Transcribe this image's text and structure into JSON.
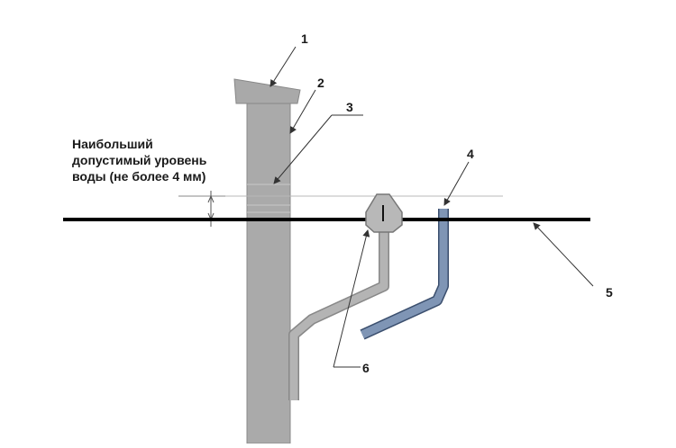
{
  "callouts": {
    "c1": "1",
    "c2": "2",
    "c3": "3",
    "c4": "4",
    "c5": "5",
    "c6": "6"
  },
  "note": {
    "line1": "Наибольший",
    "line2": "допустимый уровень",
    "line3": "воды (не более 4 мм)"
  },
  "colors": {
    "grey_part": "#aaaaaa",
    "blue_tube": "#7f95b5",
    "ground_line": "#000000"
  }
}
